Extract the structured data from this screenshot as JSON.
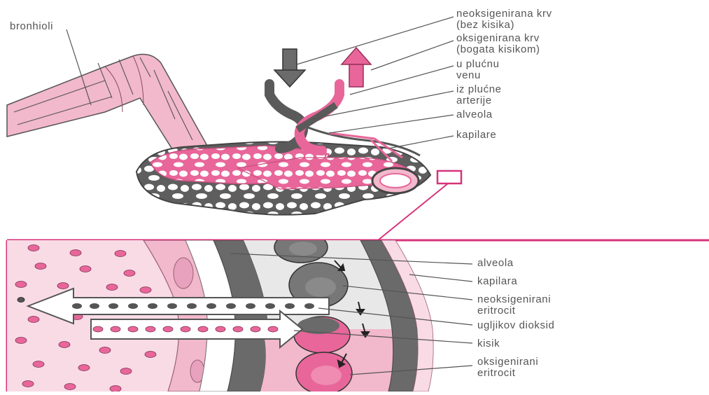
{
  "labels": {
    "bronchioles": "bronhioli",
    "deoxy_blood_1": "neoksigenirana krv",
    "deoxy_blood_2": "(bez kisika)",
    "oxy_blood_1": "oksigenirana krv",
    "oxy_blood_2": "(bogata kisikom)",
    "to_vein_1": "u plućnu",
    "to_vein_2": "venu",
    "from_artery_1": "iz plućne",
    "from_artery_2": "arterije",
    "alveolus_top": "alveola",
    "capillaries": "kapilare",
    "alveolus_detail": "alveola",
    "capillary_detail": "kapilara",
    "deoxy_rbc_1": "neoksigenirani",
    "deoxy_rbc_2": "eritrocit",
    "co2": "ugljikov dioksid",
    "oxygen": "kisik",
    "oxy_rbc_1": "oksigenirani",
    "oxy_rbc_2": "eritrocit"
  },
  "colors": {
    "pink": "#e8669a",
    "light_pink": "#f2b8cc",
    "pale_pink": "#f9dbe6",
    "gray": "#707070",
    "dark_gray": "#4a4a4a",
    "magenta_frame": "#d6337a"
  }
}
